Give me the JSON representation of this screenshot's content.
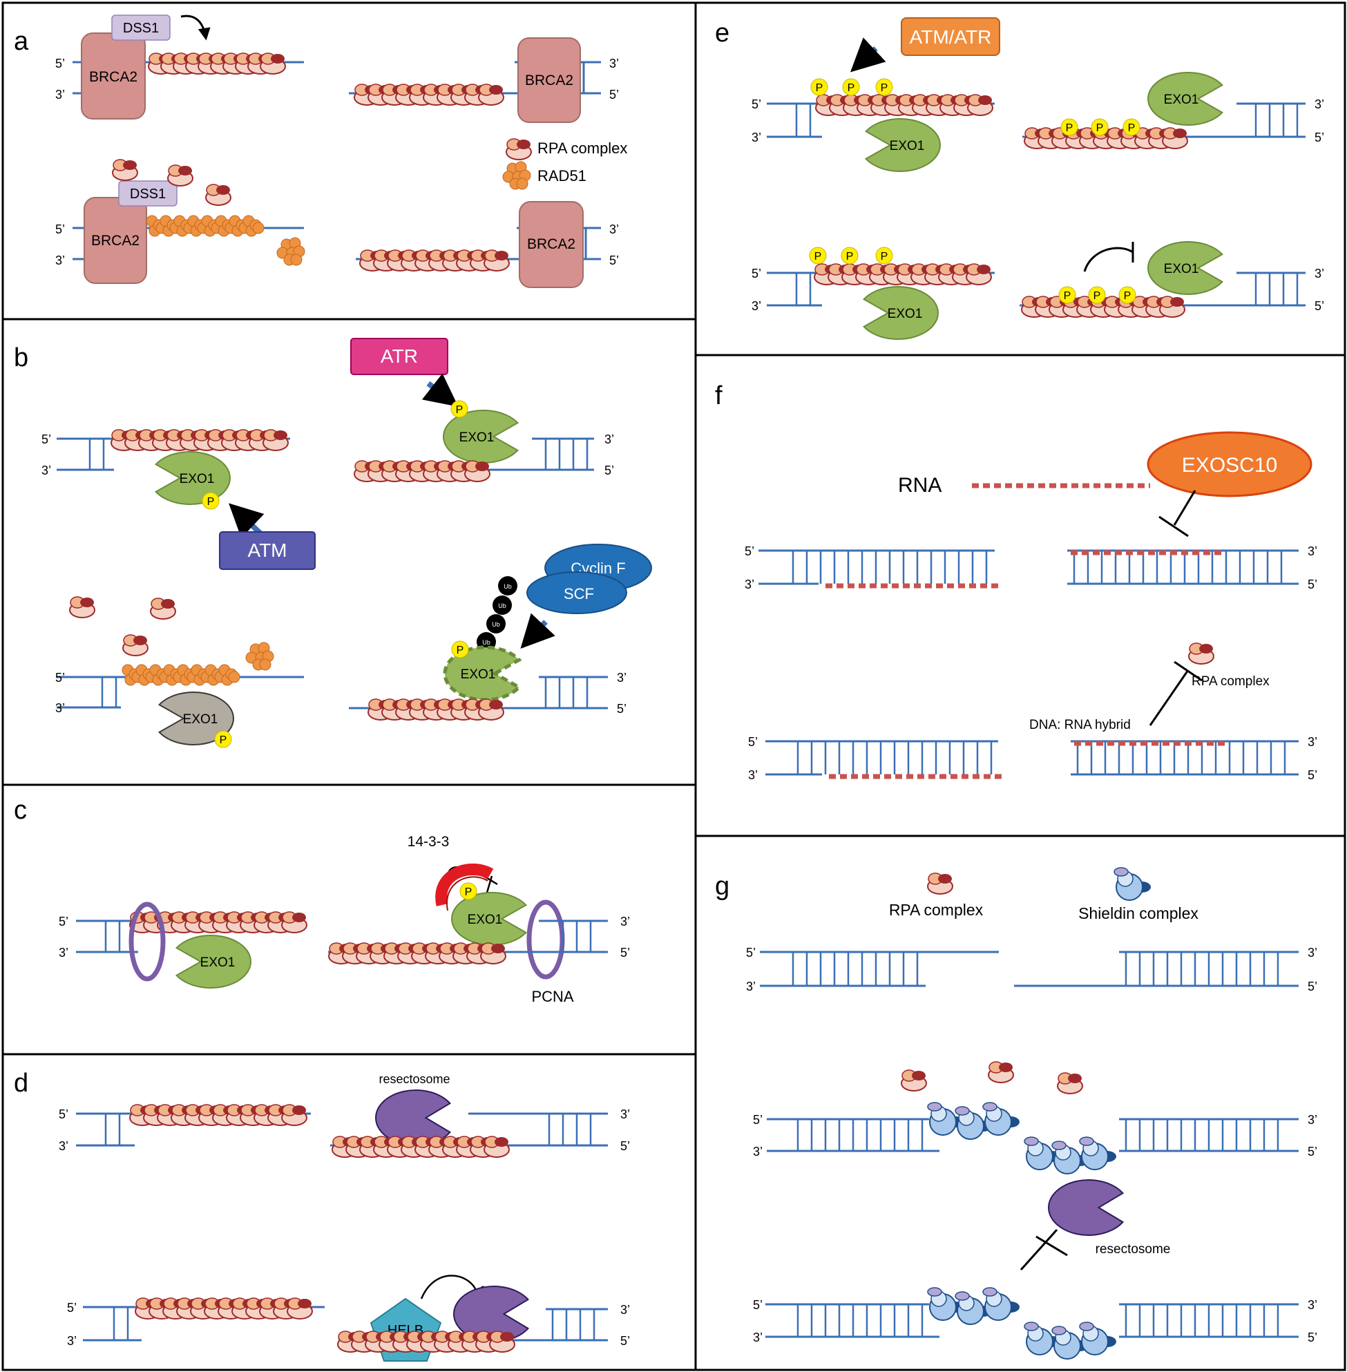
{
  "colors": {
    "dna": "#3b6fb6",
    "rpa_light": "#f4d3c6",
    "rpa_dark": "#9e2a2b",
    "rpa_mid": "#f1b38a",
    "rad51": "#ee9240",
    "brca2": "#d4918d",
    "dss1": "#cfc3e0",
    "exo1": "#95b85a",
    "exo1_gray": "#b2ab9f",
    "phospho": "#ffee00",
    "atr": "#e03c8a",
    "atm": "#5c5cae",
    "atm_atr": "#f08e3e",
    "cyclin_f": "#2170b8",
    "helb": "#48aec8",
    "resectosome": "#7f5fa6",
    "exosc10": "#f07a2e",
    "rna": "#c9524f",
    "pcna": "#7b5ca6",
    "shieldin": "#a9c9ec",
    "shieldin_dark": "#1f4f8a",
    "ub": "#000000",
    "inhibitor_red": "#e21a22"
  },
  "panels": {
    "a": "a",
    "b": "b",
    "c": "c",
    "d": "d",
    "e": "e",
    "f": "f",
    "g": "g"
  },
  "ends": {
    "five": "5’",
    "three": "3’"
  },
  "labels": {
    "brca2": "BRCA2",
    "dss1": "DSS1",
    "rpa_complex": "RPA complex",
    "rad51": "RAD51",
    "exo1": "EXO1",
    "p": "P",
    "atr": "ATR",
    "atm": "ATM",
    "atm_atr": "ATM/ATR",
    "cyclin_f": "Cyclin F",
    "scf": "SCF",
    "ub": "Ub",
    "fourteen33": "14-3-3",
    "pcna": "PCNA",
    "resectosome": "resectosome",
    "helb": "HELB",
    "rna": "RNA",
    "exosc10": "EXOSC10",
    "hybrid": "DNA: RNA hybrid",
    "shieldin": "Shieldin complex"
  }
}
